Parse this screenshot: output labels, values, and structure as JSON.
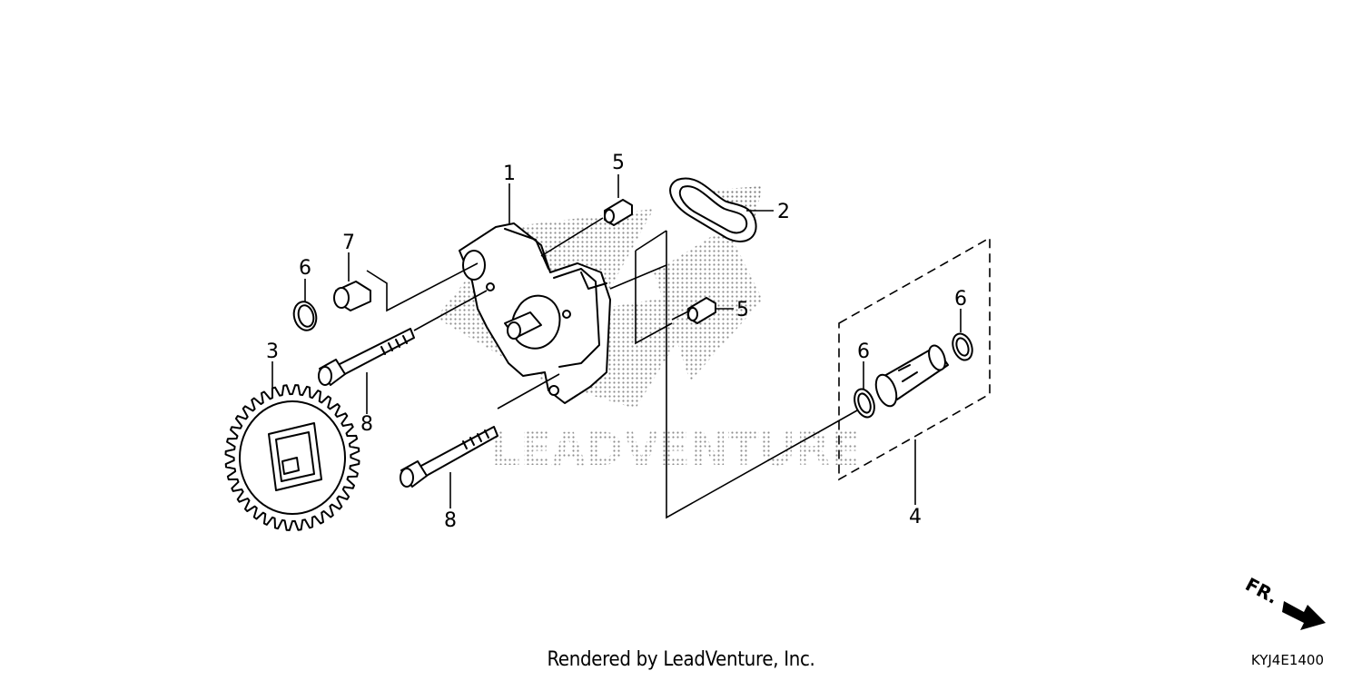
{
  "diagram": {
    "callouts": [
      {
        "id": "pump-body",
        "number": "1"
      },
      {
        "id": "strainer-gasket",
        "number": "2"
      },
      {
        "id": "driven-gear",
        "number": "3"
      },
      {
        "id": "relief-valve-set",
        "number": "4"
      },
      {
        "id": "dowel-pin-top",
        "number": "5"
      },
      {
        "id": "dowel-pin-right",
        "number": "5"
      },
      {
        "id": "o-ring-left",
        "number": "6"
      },
      {
        "id": "o-ring-valve-left",
        "number": "6"
      },
      {
        "id": "o-ring-valve-right",
        "number": "6"
      },
      {
        "id": "collar",
        "number": "7"
      },
      {
        "id": "bolt-upper",
        "number": "8"
      },
      {
        "id": "bolt-lower",
        "number": "8"
      }
    ],
    "watermark": "LEADVENTURE",
    "direction_label": "FR.",
    "diagram_code": "KYJ4E1400"
  },
  "footer": {
    "credit": "Rendered by LeadVenture, Inc."
  }
}
